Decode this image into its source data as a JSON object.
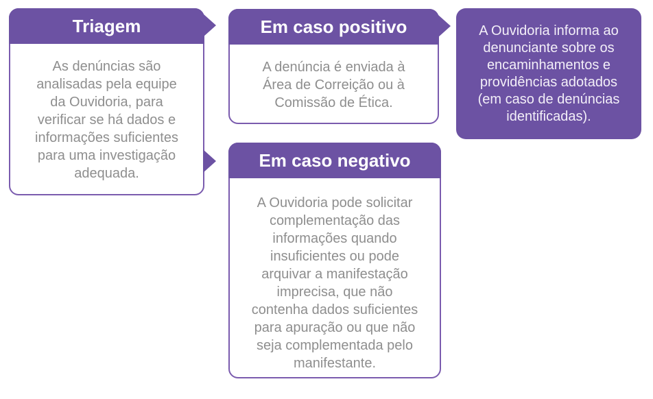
{
  "palette": {
    "purple": "#6C52A3",
    "border_purple": "#7A5BAE",
    "body_text_gray": "#8E8E8E",
    "header_text": "#FFFFFF",
    "final_box_text": "#F3EFF8",
    "background": "#FFFFFF"
  },
  "diagram": {
    "boxes": {
      "triagem": {
        "header": "Triagem",
        "body_lines": [
          "As denúncias são",
          "analisadas pela equipe",
          "da Ouvidoria, para",
          "verificar se há dados e",
          "informações suficientes",
          "para uma investigação",
          "adequada."
        ]
      },
      "positivo": {
        "header": "Em caso positivo",
        "body_lines": [
          "A denúncia é enviada à",
          "Área de Correição ou à",
          "Comissão de Ética."
        ]
      },
      "negativo": {
        "header": "Em caso negativo",
        "body_lines": [
          "A Ouvidoria pode solicitar",
          "complementação das",
          "informações quando",
          "insuficientes ou pode",
          "arquivar a manifestação",
          "imprecisa, que não",
          "contenha dados suficientes",
          "para apuração ou que não",
          "seja complementada pelo",
          "manifestante."
        ]
      },
      "resultado": {
        "body_lines": [
          "A Ouvidoria informa ao",
          "denunciante sobre os",
          "encaminhamentos e",
          "providências adotados",
          "(em caso de denúncias",
          "identificadas)."
        ]
      }
    }
  }
}
